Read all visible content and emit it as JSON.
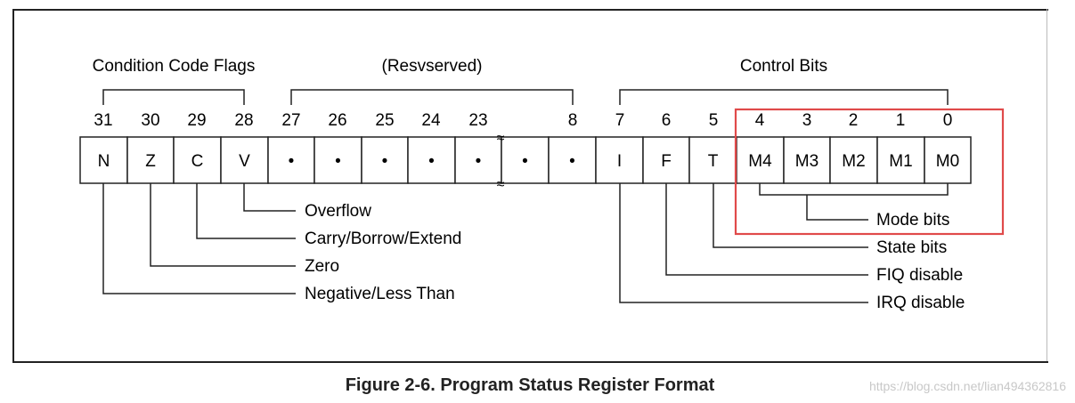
{
  "groups": {
    "condition": "Condition Code Flags",
    "reserved": "(Resvserved)",
    "control": "Control Bits"
  },
  "bit_numbers": [
    "31",
    "30",
    "29",
    "28",
    "27",
    "26",
    "25",
    "24",
    "23",
    "8",
    "7",
    "6",
    "5",
    "4",
    "3",
    "2",
    "1",
    "0"
  ],
  "cells": [
    "N",
    "Z",
    "C",
    "V",
    "•",
    "•",
    "•",
    "•",
    "•",
    "•",
    "•",
    "I",
    "F",
    "T",
    "M4",
    "M3",
    "M2",
    "M1",
    "M0"
  ],
  "break_mark": "≈",
  "callouts": {
    "overflow": "Overflow",
    "carry": "Carry/Borrow/Extend",
    "zero": "Zero",
    "negative": "Negative/Less Than",
    "mode": "Mode bits",
    "state": "State bits",
    "fiq": "FIQ disable",
    "irq": "IRQ disable"
  },
  "caption": "Figure 2-6. Program Status Register Format",
  "watermark": "https://blog.csdn.net/lian494362816",
  "colors": {
    "highlight": "#e04a4a",
    "line": "#222222"
  }
}
